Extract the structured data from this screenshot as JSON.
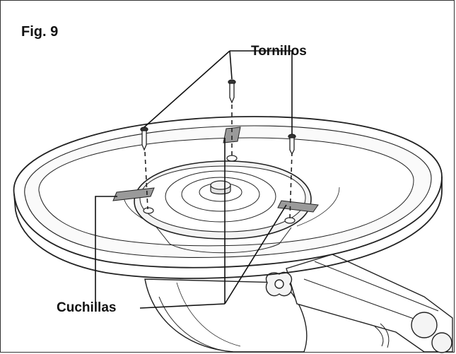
{
  "figure": {
    "label": "Fig. 9",
    "callouts": {
      "screws": "Tornillos",
      "blades": "Cuchillas"
    }
  },
  "colors": {
    "line": "#222222",
    "fill_light": "#f4f4f4",
    "fill_mid": "#e2e2e2",
    "blade": "#9a9a9a"
  }
}
